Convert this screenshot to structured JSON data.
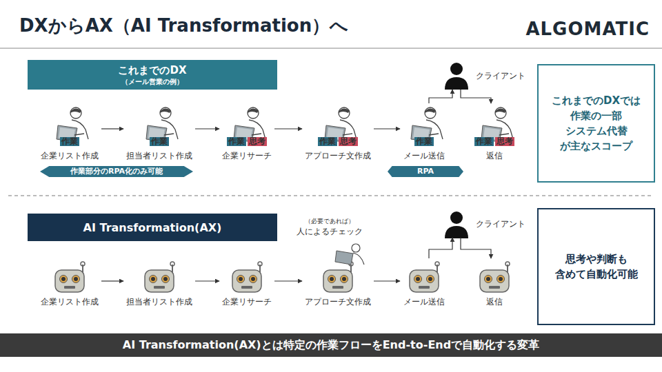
{
  "diagram": {
    "title": "DXからAX（AI Transformation）へ",
    "caption": "AI Transformation(AX)とは特定の作業フローをEnd-to-Endで自動化する変革",
    "nodes": [
      {
        "text": [
          "これまでのDX",
          "（メール営業の例）"
        ]
      },
      {
        "text": [
          "企業リスト作成"
        ]
      },
      {
        "text": [
          "作業"
        ],
        "in": 1
      },
      {
        "text": [
          "担当者リスト作成"
        ]
      },
      {
        "text": [
          "作業"
        ],
        "in": 3
      },
      {
        "text": [
          "企業リサーチ"
        ]
      },
      {
        "text": [
          "作業"
        ],
        "in": 5
      },
      {
        "text": [
          "思考"
        ],
        "in": 5
      },
      {
        "text": [
          "アプローチ文作成"
        ]
      },
      {
        "text": [
          "作業"
        ],
        "in": 8
      },
      {
        "text": [
          "思考"
        ],
        "in": 8
      },
      {
        "text": [
          "メール送信"
        ]
      },
      {
        "text": [
          "作業"
        ],
        "in": 11
      },
      {
        "text": [
          "クライアント"
        ]
      },
      {
        "text": [
          "返信"
        ]
      },
      {
        "text": [
          "作業"
        ],
        "in": 14
      },
      {
        "text": [
          "思考"
        ],
        "in": 14
      },
      {
        "text": [
          "作業部分のRPA化のみ可能"
        ]
      },
      {
        "text": [
          "RPA"
        ]
      },
      {
        "text": [
          "これまでのDXでは 作業の一部 システム代替 が主なスコープ"
        ]
      },
      {
        "text": [
          "AI Transformation(AX)"
        ]
      },
      {
        "text": [
          "企業リスト作成"
        ]
      },
      {
        "text": [
          "担当者リスト作成"
        ]
      },
      {
        "text": [
          "企業リサーチ"
        ]
      },
      {
        "text": [
          "アプローチ文作成"
        ]
      },
      {
        "text": [
          "メール送信"
        ]
      },
      {
        "text": [
          "クライアント"
        ]
      },
      {
        "text": [
          "返信"
        ]
      },
      {
        "text": [
          "思考や判断も 含めて自動化可能"
        ]
      }
    ],
    "edges": [
      {
        "from": 1,
        "to": 3,
        "arrow": "to"
      },
      {
        "from": 3,
        "to": 5,
        "arrow": "to"
      },
      {
        "from": 5,
        "to": 8,
        "arrow": "to"
      },
      {
        "from": 8,
        "to": 11,
        "arrow": "to"
      },
      {
        "from": 11,
        "to": 13,
        "arrow": "to"
      },
      {
        "from": 13,
        "to": 14,
        "arrow": "to"
      },
      {
        "from": 21,
        "to": 22,
        "arrow": "to"
      },
      {
        "from": 22,
        "to": 23,
        "arrow": "to"
      },
      {
        "from": 23,
        "to": 24,
        "arrow": "to"
      },
      {
        "from": 24,
        "to": 25,
        "arrow": "to"
      },
      {
        "from": 25,
        "to": 26,
        "arrow": "to"
      },
      {
        "from": 26,
        "to": 27,
        "arrow": "to"
      }
    ],
    "labels": [
      "ALGOMATIC",
      "（必要であれば）",
      "人によるチェック"
    ]
  }
}
